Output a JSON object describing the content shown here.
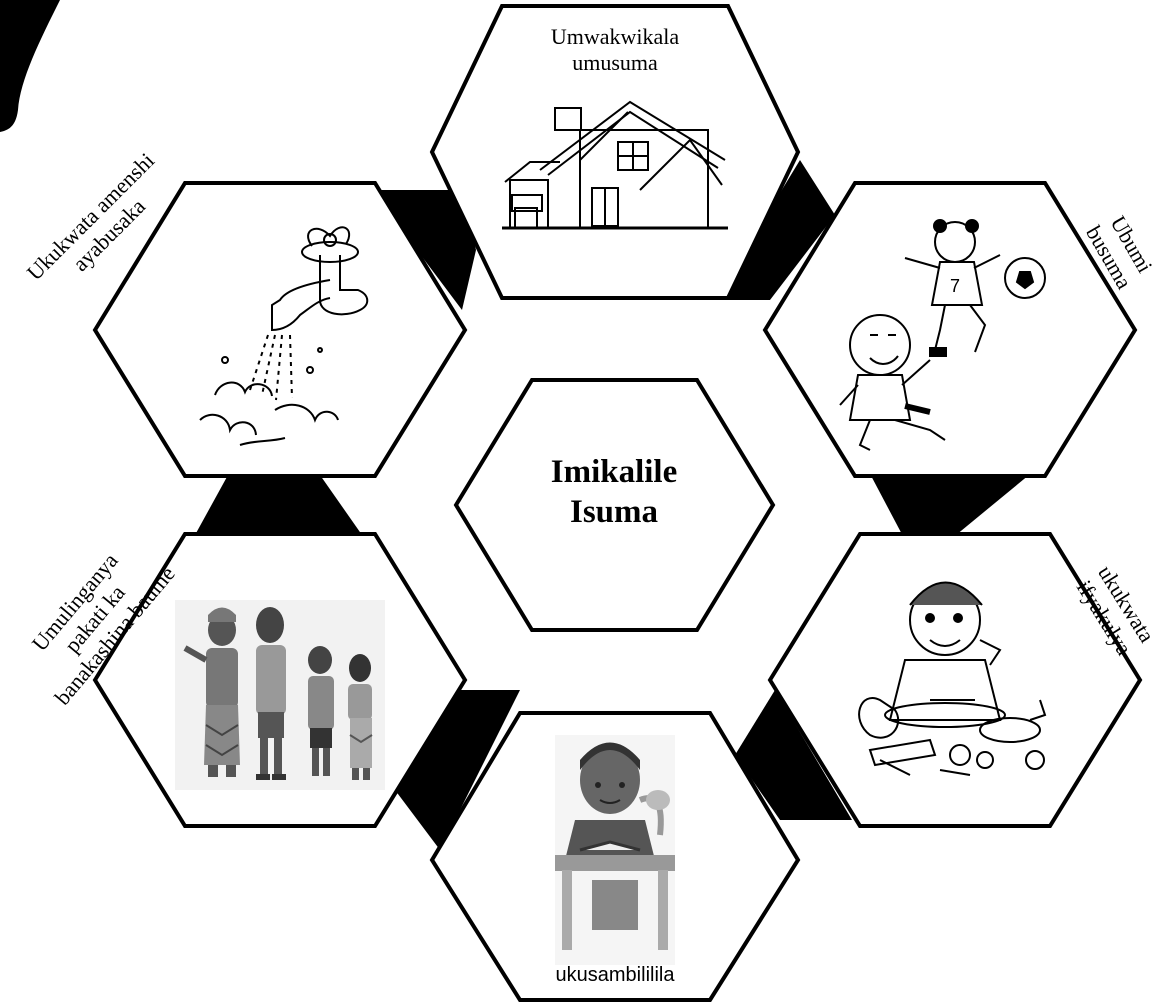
{
  "center": {
    "line1": "Imikalile",
    "line2": "Isuma"
  },
  "nodes": {
    "top": {
      "line1": "Umwakwikala",
      "line2": "umusuma",
      "icon": "house-icon"
    },
    "upper_left": {
      "line1": "Ukukwata amenshi",
      "line2": "ayabusaka",
      "icon": "water-tap-icon"
    },
    "upper_right": {
      "line1": "Ubumi",
      "line2": "busuma",
      "icon": "children-playing-football-icon"
    },
    "lower_left": {
      "line1": "Umulinganya",
      "line2": "pakati ka",
      "line3": "banakashina baume",
      "icon": "family-icon"
    },
    "lower_right": {
      "line1": "ukukwata",
      "line2": "ifyakulya",
      "icon": "girl-with-food-icon"
    },
    "bottom": {
      "line1": "ukusambililila",
      "icon": "student-reading-icon"
    }
  }
}
